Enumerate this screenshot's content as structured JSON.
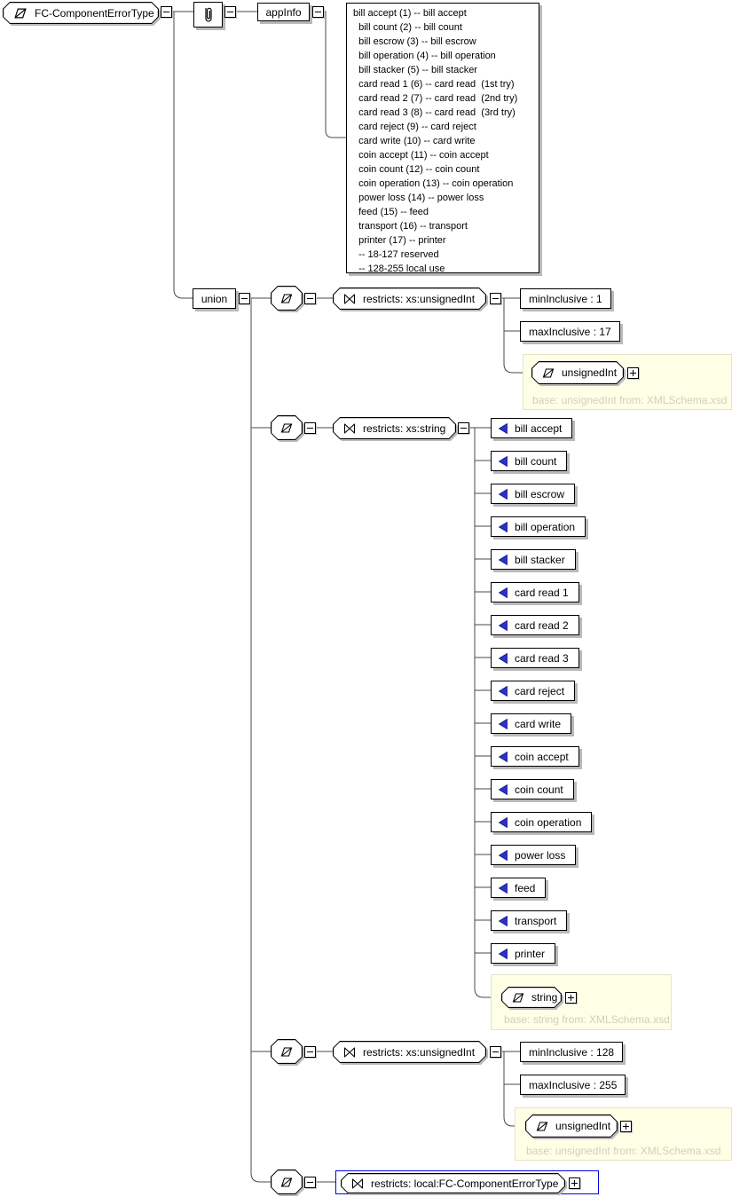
{
  "diagram": {
    "root": {
      "label": "FC-ComponentErrorType"
    },
    "annotation": {
      "appinfo_label": "appInfo",
      "documentation": "bill accept (1) -- bill accept\n  bill count (2) -- bill count\n  bill escrow (3) -- bill escrow\n  bill operation (4) -- bill operation\n  bill stacker (5) -- bill stacker\n  card read 1 (6) -- card read  (1st try)\n  card read 2 (7) -- card read  (2nd try)\n  card read 3 (8) -- card read  (3rd try)\n  card reject (9) -- card reject\n  card write (10) -- card write\n  coin accept (11) -- coin accept\n  coin count (12) -- coin count\n  coin operation (13) -- coin operation\n  power loss (14) -- power loss\n  feed (15) -- feed\n  transport (16) -- transport\n  printer (17) -- printer\n  -- 18-127 reserved\n  -- 128-255 local use"
    },
    "union": {
      "label": "union"
    },
    "branches": [
      {
        "restriction": "restricts: xs:unsignedInt",
        "facets": [
          "minInclusive : 1",
          "maxInclusive : 17"
        ],
        "base": {
          "type": "unsignedInt",
          "note": "base: unsignedInt from: XMLSchema.xsd"
        }
      },
      {
        "restriction": "restricts: xs:string",
        "enums": [
          "bill accept",
          "bill count",
          "bill escrow",
          "bill operation",
          "bill stacker",
          "card read 1",
          "card read 2",
          "card read 3",
          "card reject",
          "card write",
          "coin accept",
          "coin count",
          "coin operation",
          "power loss",
          "feed",
          "transport",
          "printer"
        ],
        "base": {
          "type": "string",
          "note": "base: string from: XMLSchema.xsd"
        }
      },
      {
        "restriction": "restricts: xs:unsignedInt",
        "facets": [
          "minInclusive : 128",
          "maxInclusive : 255"
        ],
        "base": {
          "type": "unsignedInt",
          "note": "base: unsignedInt from: XMLSchema.xsd"
        }
      },
      {
        "restriction": "restricts: local:FC-ComponentErrorType"
      }
    ],
    "colors": {
      "enum_marker": "#2a32cc",
      "reference_border": "#0008dd",
      "base_box_bg": "#ffffe6",
      "base_note_text": "#cfcfbc"
    }
  }
}
